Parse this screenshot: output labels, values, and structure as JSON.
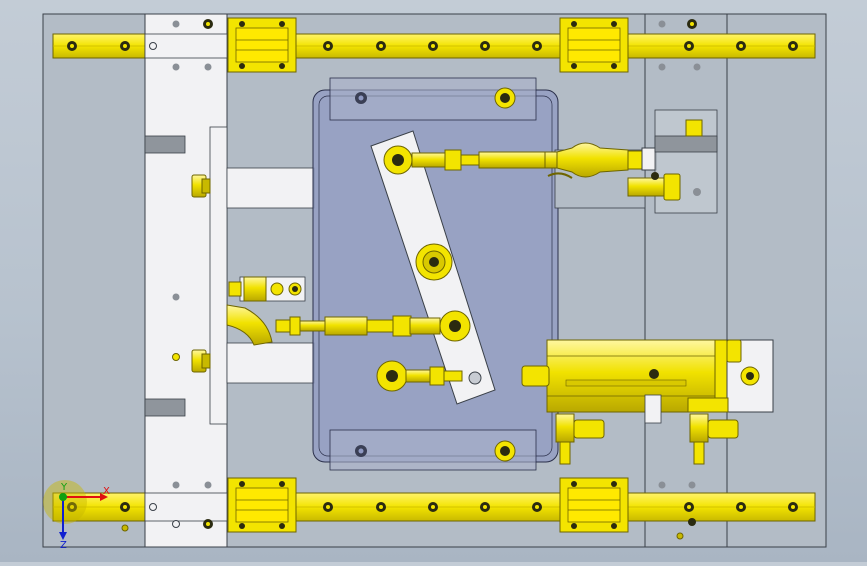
{
  "viewport": {
    "background_top": "#c3ccd6",
    "background_bottom": "#a9b5c3"
  },
  "colors": {
    "rail": "#f5e800",
    "rail_edge": "#7a7000",
    "plate": "#b3bcc6",
    "plate_edge": "#3a4048",
    "white_part": "#f2f2f4",
    "glass": "#9ea8c9",
    "axis_x": "#e01010",
    "axis_y": "#10a010",
    "axis_z": "#1020d0"
  },
  "triad": {
    "x_label": "X",
    "y_label": "Y",
    "z_label": "Z"
  }
}
